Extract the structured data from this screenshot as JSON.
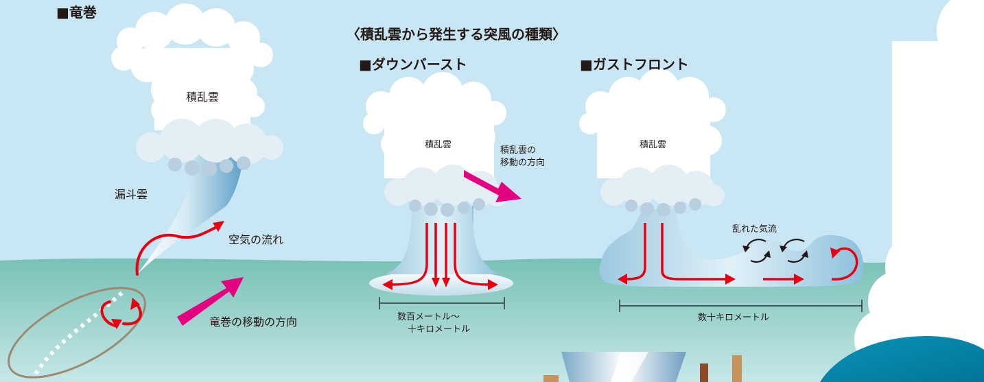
{
  "tornado": {
    "heading": "■竜巻",
    "cloud_label": "積乱雲",
    "funnel_label": "漏斗雲",
    "airflow_label": "空気の流れ",
    "movement_label": "竜巻の移動の方向"
  },
  "main_title": "〈積乱雲から発生する突風の種類〉",
  "downburst": {
    "heading": "■ダウンバースト",
    "cloud_label": "積乱雲",
    "movement_label_1": "積乱雲の",
    "movement_label_2": "移動の方向",
    "scale_line_1": "数百メートル〜",
    "scale_line_2": "十キロメートル"
  },
  "gustfront": {
    "heading": "■ガストフロント",
    "cloud_label": "積乱雲",
    "turbulence_label": "乱れた気流",
    "scale_label": "数十キロメートル"
  },
  "colors": {
    "sky": "#c9e6f5",
    "ground": "#7dc3b8",
    "arrow_red": "#e60012",
    "arrow_magenta": "#e4007f",
    "ellipse": "#9c8a6e"
  }
}
